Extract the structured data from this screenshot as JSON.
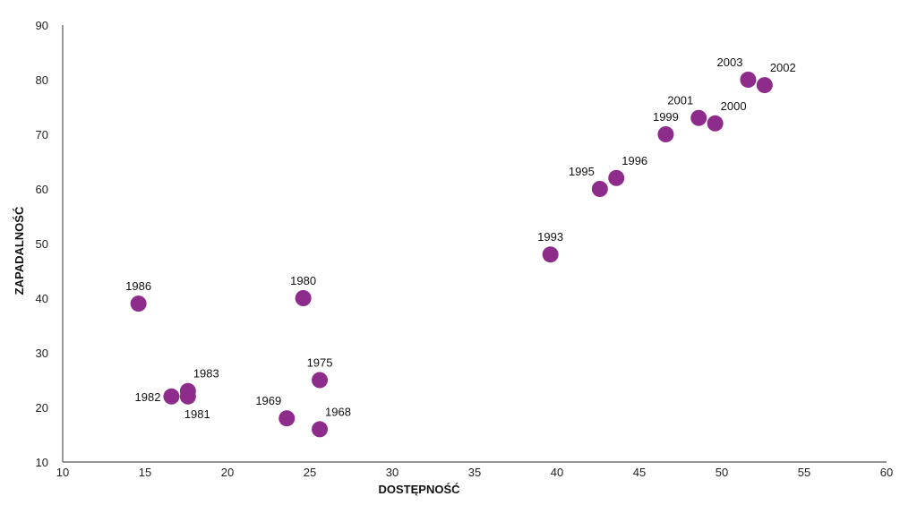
{
  "chart_data": {
    "type": "scatter",
    "xlabel": "DOSTĘPNOŚĆ",
    "ylabel": "ZAPADALNOŚĆ",
    "xlim": [
      10,
      60
    ],
    "ylim": [
      10,
      90
    ],
    "x_ticks": [
      10,
      15,
      20,
      25,
      30,
      35,
      40,
      45,
      50,
      55,
      60
    ],
    "y_ticks": [
      10,
      20,
      30,
      40,
      50,
      60,
      70,
      80,
      90
    ],
    "grid": false,
    "legend": "none",
    "point_color": "#8e2c8c",
    "points": [
      {
        "label": "1968",
        "x": 25.6,
        "y": 16,
        "label_pos": "above-right"
      },
      {
        "label": "1969",
        "x": 23.6,
        "y": 18,
        "label_pos": "above-left"
      },
      {
        "label": "1975",
        "x": 25.6,
        "y": 25,
        "label_pos": "above"
      },
      {
        "label": "1980",
        "x": 24.6,
        "y": 40,
        "label_pos": "above"
      },
      {
        "label": "1981",
        "x": 17.6,
        "y": 22,
        "label_pos": "below-right"
      },
      {
        "label": "1982",
        "x": 16.6,
        "y": 22,
        "label_pos": "left"
      },
      {
        "label": "1983",
        "x": 17.6,
        "y": 23,
        "label_pos": "above-right"
      },
      {
        "label": "1986",
        "x": 14.6,
        "y": 39,
        "label_pos": "above"
      },
      {
        "label": "1993",
        "x": 39.6,
        "y": 48,
        "label_pos": "above"
      },
      {
        "label": "1995",
        "x": 42.6,
        "y": 60,
        "label_pos": "above-left"
      },
      {
        "label": "1996",
        "x": 43.6,
        "y": 62,
        "label_pos": "above-right"
      },
      {
        "label": "1999",
        "x": 46.6,
        "y": 70,
        "label_pos": "above"
      },
      {
        "label": "2000",
        "x": 49.6,
        "y": 72,
        "label_pos": "above-right"
      },
      {
        "label": "2001",
        "x": 48.6,
        "y": 73,
        "label_pos": "above-left"
      },
      {
        "label": "2002",
        "x": 52.6,
        "y": 79,
        "label_pos": "above-right"
      },
      {
        "label": "2003",
        "x": 51.6,
        "y": 80,
        "label_pos": "above-left"
      }
    ]
  }
}
